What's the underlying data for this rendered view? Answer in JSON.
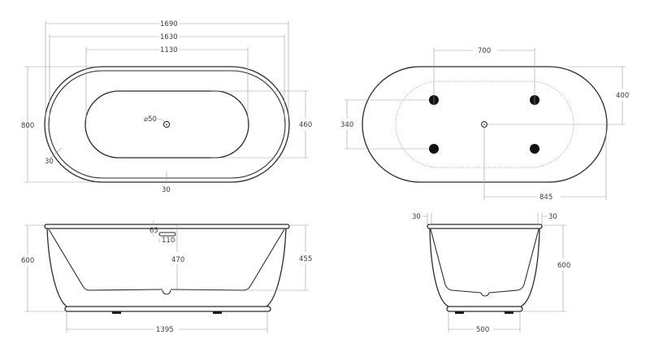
{
  "drawing": {
    "subject": "Freestanding oval bathtub dimension drawing",
    "views": {
      "top_view": {
        "dims": {
          "overall_length": "1690",
          "rim_length": "1630",
          "bowl_length": "1130",
          "overall_width": "800",
          "bowl_width": "460",
          "rim_thickness_side": "30",
          "rim_thickness_bottom": "30",
          "drain_diameter": "⌀50"
        }
      },
      "bottom_view": {
        "dims": {
          "feet_spacing_length": "700",
          "feet_spacing_width": "340",
          "drain_offset_width": "400",
          "drain_offset_length": "845"
        },
        "feet_count": 4
      },
      "front_view": {
        "dims": {
          "overall_height": "600",
          "overflow_offset": "65",
          "overflow_width": "110",
          "inner_depth": "470",
          "water_depth": "455",
          "base_length": "1395"
        }
      },
      "side_view": {
        "dims": {
          "rim_left": "30",
          "rim_right": "30",
          "overall_height": "600",
          "base_width": "500"
        }
      }
    }
  }
}
